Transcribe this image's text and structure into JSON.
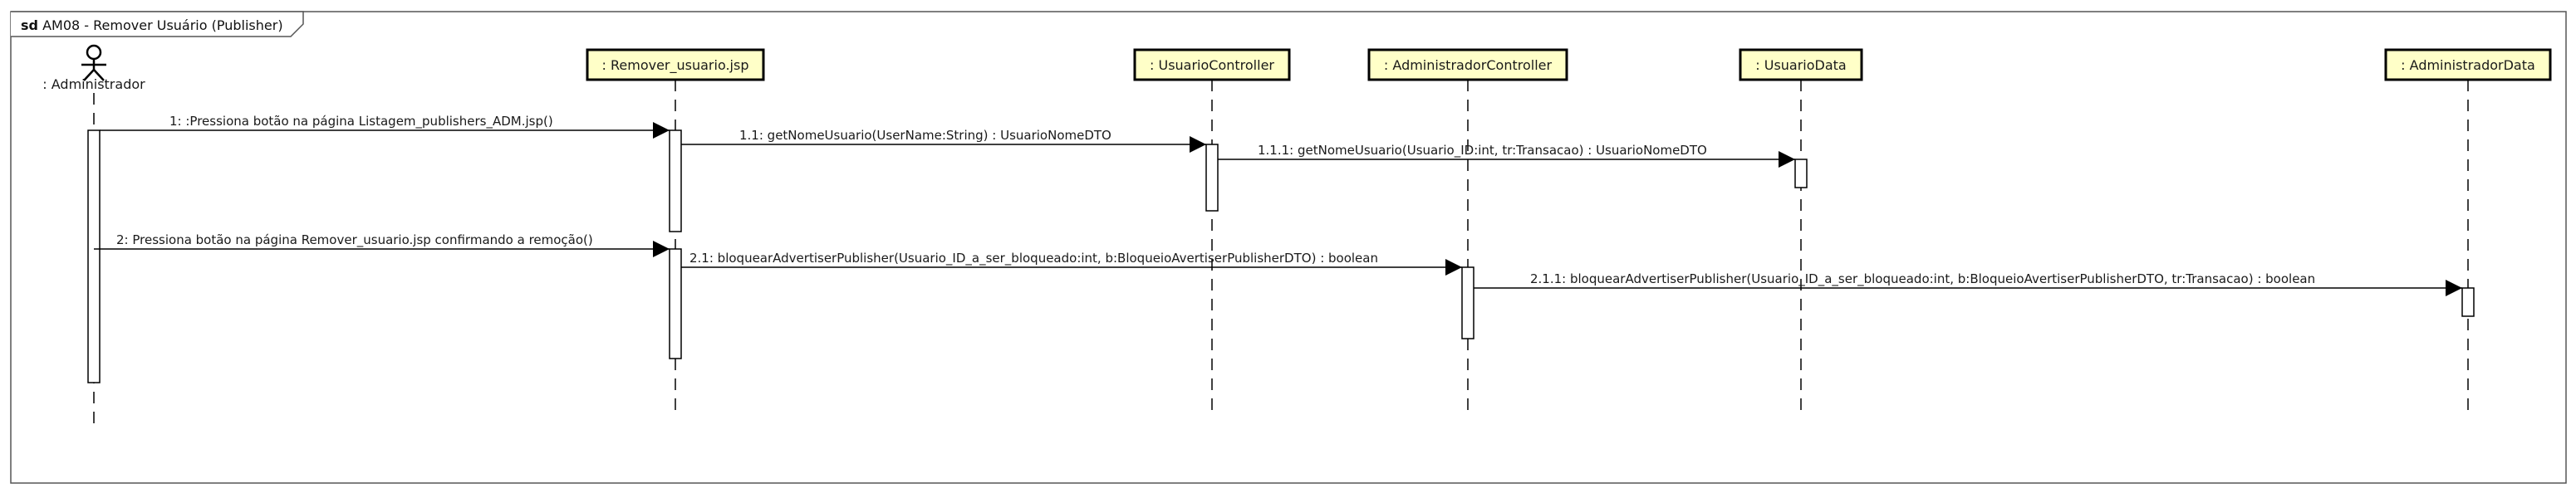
{
  "frame": {
    "keyword": "sd",
    "name": "AM08 - Remover Usuário (Publisher)"
  },
  "actor": {
    "label": ": Administrador"
  },
  "participants": [
    {
      "id": "p1",
      "label": ": Remover_usuario.jsp"
    },
    {
      "id": "p2",
      "label": ": UsuarioController"
    },
    {
      "id": "p3",
      "label": ": AdministradorController"
    },
    {
      "id": "p4",
      "label": ": UsuarioData"
    },
    {
      "id": "p5",
      "label": ": AdministradorData"
    }
  ],
  "messages": [
    {
      "id": "m1",
      "label": "1: :Pressiona botão na página Listagem_publishers_ADM.jsp()"
    },
    {
      "id": "m2",
      "label": "1.1: getNomeUsuario(UserName:String) : UsuarioNomeDTO"
    },
    {
      "id": "m3",
      "label": "1.1.1: getNomeUsuario(Usuario_ID:int, tr:Transacao) : UsuarioNomeDTO"
    },
    {
      "id": "m4",
      "label": "2: Pressiona botão na página Remover_usuario.jsp confirmando a remoção()"
    },
    {
      "id": "m5",
      "label": "2.1: bloquearAdvertiserPublisher(Usuario_ID_a_ser_bloqueado:int, b:BloqueioAvertiserPublisherDTO) : boolean"
    },
    {
      "id": "m6",
      "label": "2.1.1: bloquearAdvertiserPublisher(Usuario_ID_a_ser_bloqueado:int, b:BloqueioAvertiserPublisherDTO, tr:Transacao) : boolean"
    }
  ],
  "colors": {
    "participant_fill": "#ffffc8",
    "line": "#000000",
    "frame": "#555555"
  }
}
